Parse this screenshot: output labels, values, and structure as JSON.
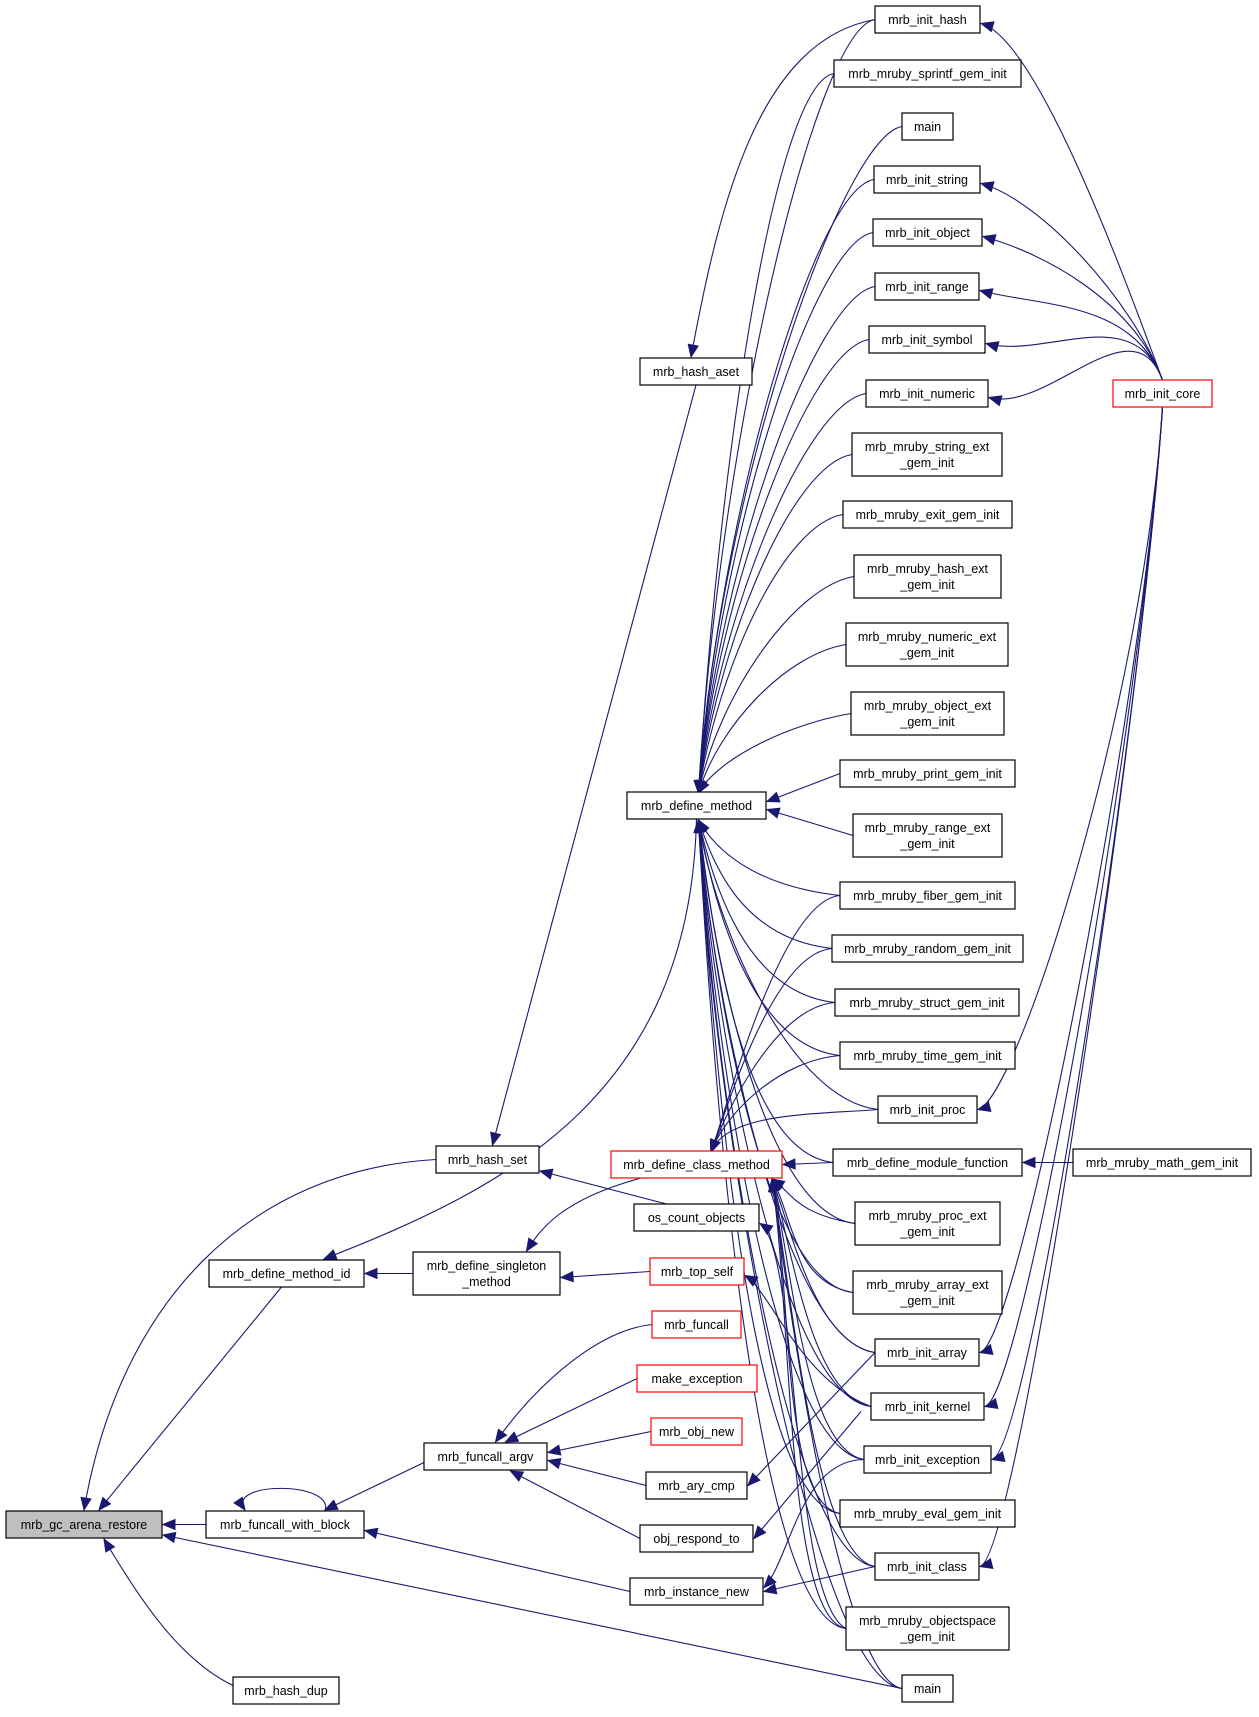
{
  "colors": {
    "edge": "#191970",
    "node_border": "#000000",
    "node_border_truncated": "#ff0000",
    "focus_fill": "#bfbfbf",
    "node_fill": "#ffffff"
  },
  "nodes": {
    "gc_arena_restore": {
      "lines": [
        "mrb_gc_arena_restore"
      ],
      "focus": true
    },
    "funcall_with_block": {
      "lines": [
        "mrb_funcall_with_block"
      ]
    },
    "define_method_id": {
      "lines": [
        "mrb_define_method_id"
      ]
    },
    "hash_set": {
      "lines": [
        "mrb_hash_set"
      ]
    },
    "hash_dup": {
      "lines": [
        "mrb_hash_dup"
      ]
    },
    "define_singleton_method": {
      "lines": [
        "mrb_define_singleton",
        "_method"
      ]
    },
    "funcall_argv": {
      "lines": [
        "mrb_funcall_argv"
      ]
    },
    "hash_aset": {
      "lines": [
        "mrb_hash_aset"
      ]
    },
    "define_method": {
      "lines": [
        "mrb_define_method"
      ]
    },
    "define_class_method": {
      "lines": [
        "mrb_define_class_method"
      ],
      "truncated": true
    },
    "os_count_objects": {
      "lines": [
        "os_count_objects"
      ]
    },
    "top_self": {
      "lines": [
        "mrb_top_self"
      ],
      "truncated": true
    },
    "funcall": {
      "lines": [
        "mrb_funcall"
      ],
      "truncated": true
    },
    "make_exception": {
      "lines": [
        "make_exception"
      ],
      "truncated": true
    },
    "obj_new": {
      "lines": [
        "mrb_obj_new"
      ],
      "truncated": true
    },
    "ary_cmp": {
      "lines": [
        "mrb_ary_cmp"
      ]
    },
    "obj_respond_to": {
      "lines": [
        "obj_respond_to"
      ]
    },
    "instance_new": {
      "lines": [
        "mrb_instance_new"
      ]
    },
    "init_hash": {
      "lines": [
        "mrb_init_hash"
      ]
    },
    "sprintf_gem": {
      "lines": [
        "mrb_mruby_sprintf_gem_init"
      ]
    },
    "main_top": {
      "lines": [
        "main"
      ]
    },
    "init_string": {
      "lines": [
        "mrb_init_string"
      ]
    },
    "init_object": {
      "lines": [
        "mrb_init_object"
      ]
    },
    "init_range": {
      "lines": [
        "mrb_init_range"
      ]
    },
    "init_symbol": {
      "lines": [
        "mrb_init_symbol"
      ]
    },
    "init_numeric": {
      "lines": [
        "mrb_init_numeric"
      ]
    },
    "string_ext": {
      "lines": [
        "mrb_mruby_string_ext",
        "_gem_init"
      ]
    },
    "exit_gem": {
      "lines": [
        "mrb_mruby_exit_gem_init"
      ]
    },
    "hash_ext": {
      "lines": [
        "mrb_mruby_hash_ext",
        "_gem_init"
      ]
    },
    "numeric_ext": {
      "lines": [
        "mrb_mruby_numeric_ext",
        "_gem_init"
      ]
    },
    "object_ext": {
      "lines": [
        "mrb_mruby_object_ext",
        "_gem_init"
      ]
    },
    "print_gem": {
      "lines": [
        "mrb_mruby_print_gem_init"
      ]
    },
    "range_ext": {
      "lines": [
        "mrb_mruby_range_ext",
        "_gem_init"
      ]
    },
    "fiber_gem": {
      "lines": [
        "mrb_mruby_fiber_gem_init"
      ]
    },
    "random_gem": {
      "lines": [
        "mrb_mruby_random_gem_init"
      ]
    },
    "struct_gem": {
      "lines": [
        "mrb_mruby_struct_gem_init"
      ]
    },
    "time_gem": {
      "lines": [
        "mrb_mruby_time_gem_init"
      ]
    },
    "init_proc": {
      "lines": [
        "mrb_init_proc"
      ]
    },
    "define_module_function": {
      "lines": [
        "mrb_define_module_function"
      ]
    },
    "proc_ext": {
      "lines": [
        "mrb_mruby_proc_ext",
        "_gem_init"
      ]
    },
    "array_ext": {
      "lines": [
        "mrb_mruby_array_ext",
        "_gem_init"
      ]
    },
    "init_array": {
      "lines": [
        "mrb_init_array"
      ]
    },
    "init_kernel": {
      "lines": [
        "mrb_init_kernel"
      ]
    },
    "init_exception": {
      "lines": [
        "mrb_init_exception"
      ]
    },
    "eval_gem": {
      "lines": [
        "mrb_mruby_eval_gem_init"
      ]
    },
    "init_class": {
      "lines": [
        "mrb_init_class"
      ]
    },
    "objectspace_gem": {
      "lines": [
        "mrb_mruby_objectspace",
        "_gem_init"
      ]
    },
    "main_bottom": {
      "lines": [
        "main"
      ]
    },
    "init_core": {
      "lines": [
        "mrb_init_core"
      ],
      "truncated": true
    },
    "math_gem": {
      "lines": [
        "mrb_mruby_math_gem_init"
      ]
    }
  }
}
